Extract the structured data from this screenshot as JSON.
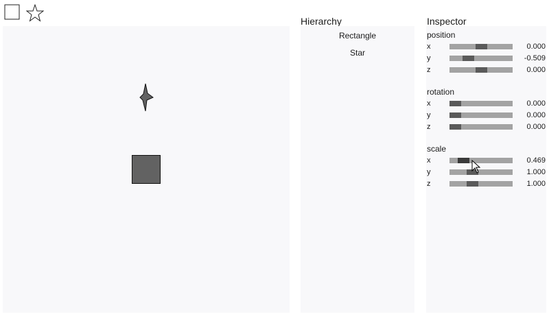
{
  "toolbar": {
    "rectangle_tool_icon": "rectangle-icon",
    "star_tool_icon": "star-icon"
  },
  "hierarchy": {
    "title": "Hierarchy",
    "items": [
      {
        "label": "Rectangle"
      },
      {
        "label": "Star"
      }
    ]
  },
  "inspector": {
    "title": "Inspector",
    "position": {
      "label": "position",
      "x": {
        "axis": "x",
        "value": "0.000",
        "slider_fraction": 0.5
      },
      "y": {
        "axis": "y",
        "value": "-0.509",
        "slider_fraction": 0.25
      },
      "z": {
        "axis": "z",
        "value": "0.000",
        "slider_fraction": 0.5
      }
    },
    "rotation": {
      "label": "rotation",
      "x": {
        "axis": "x",
        "value": "0.000",
        "slider_fraction": 0.0
      },
      "y": {
        "axis": "y",
        "value": "0.000",
        "slider_fraction": 0.0
      },
      "z": {
        "axis": "z",
        "value": "0.000",
        "slider_fraction": 0.0
      }
    },
    "scale": {
      "label": "scale",
      "x": {
        "axis": "x",
        "value": "0.469",
        "slider_fraction": 0.16
      },
      "y": {
        "axis": "y",
        "value": "1.000",
        "slider_fraction": 0.33
      },
      "z": {
        "axis": "z",
        "value": "1.000",
        "slider_fraction": 0.33
      }
    }
  },
  "colors": {
    "panel_background": "#f8f8fa",
    "slider_track": "#a3a3a3",
    "slider_knob": "#5a5a5a",
    "object_fill": "#626262"
  }
}
